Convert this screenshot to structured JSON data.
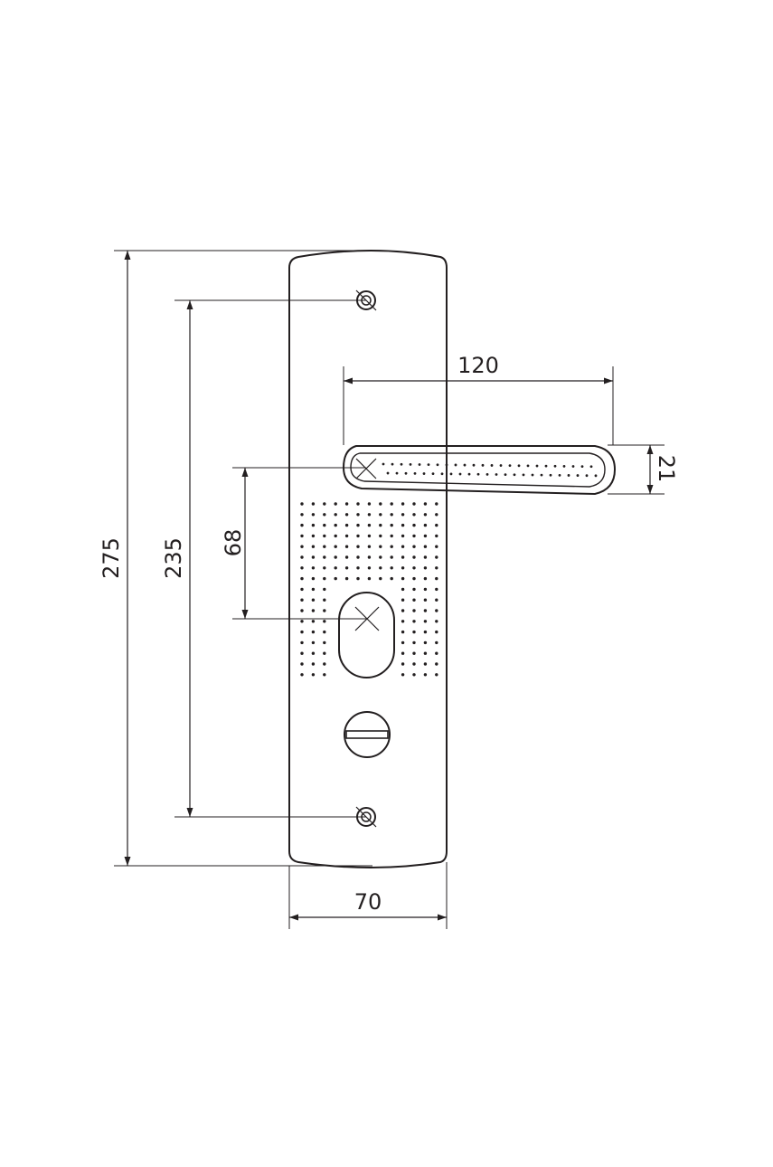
{
  "dimensions": {
    "overall_height": "275",
    "screw_spacing": "235",
    "handle_to_cylinder": "68",
    "handle_length": "120",
    "handle_thickness": "21",
    "plate_width": "70"
  },
  "colors": {
    "line": "#231f20",
    "background": "#ffffff"
  }
}
